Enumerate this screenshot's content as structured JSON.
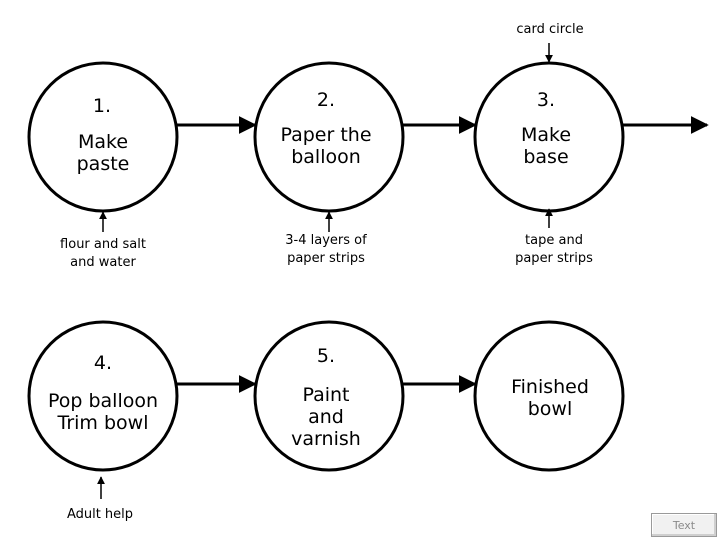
{
  "top_annotation": "card circle",
  "steps": [
    {
      "number": "1.",
      "text": "Make\npaste",
      "input": "flour and salt\nand water"
    },
    {
      "number": "2.",
      "text": "Paper the\nballoon",
      "input": "3-4 layers of\npaper strips"
    },
    {
      "number": "3.",
      "text": "Make\nbase",
      "input": "tape and\npaper strips"
    },
    {
      "number": "4.",
      "text": "Pop balloon\nTrim bowl",
      "input": "Adult help"
    },
    {
      "number": "5.",
      "text": "Paint\nand\nvarnish"
    }
  ],
  "final": {
    "text": "Finished\nbowl"
  },
  "button": {
    "label": "Text"
  }
}
